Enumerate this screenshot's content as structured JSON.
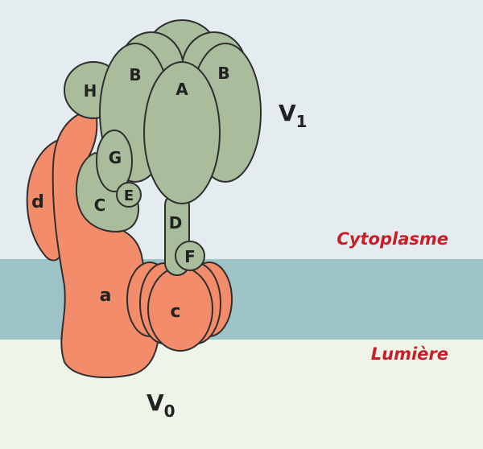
{
  "colors": {
    "cytoplasm_bg": "#e4ecef",
    "membrane": "#9dc3c6",
    "lumen_bg": "#eff4e8",
    "v1_subunits": "#a9bd9d",
    "v0_subunits": "#f28c6a",
    "outline": "#2f2f2f",
    "region_text": "#c81e2a"
  },
  "diagram": {
    "domain_v1": {
      "base": "V",
      "sub": "1"
    },
    "domain_v0": {
      "base": "V",
      "sub": "0"
    },
    "regions": {
      "cytoplasm": "Cytoplasme",
      "lumen": "Lumière"
    },
    "subunits": {
      "B_left": "B",
      "A": "A",
      "B_right": "B",
      "H": "H",
      "G": "G",
      "C": "C",
      "E": "E",
      "D": "D",
      "F": "F",
      "d": "d",
      "a": "a",
      "c": "c"
    }
  }
}
